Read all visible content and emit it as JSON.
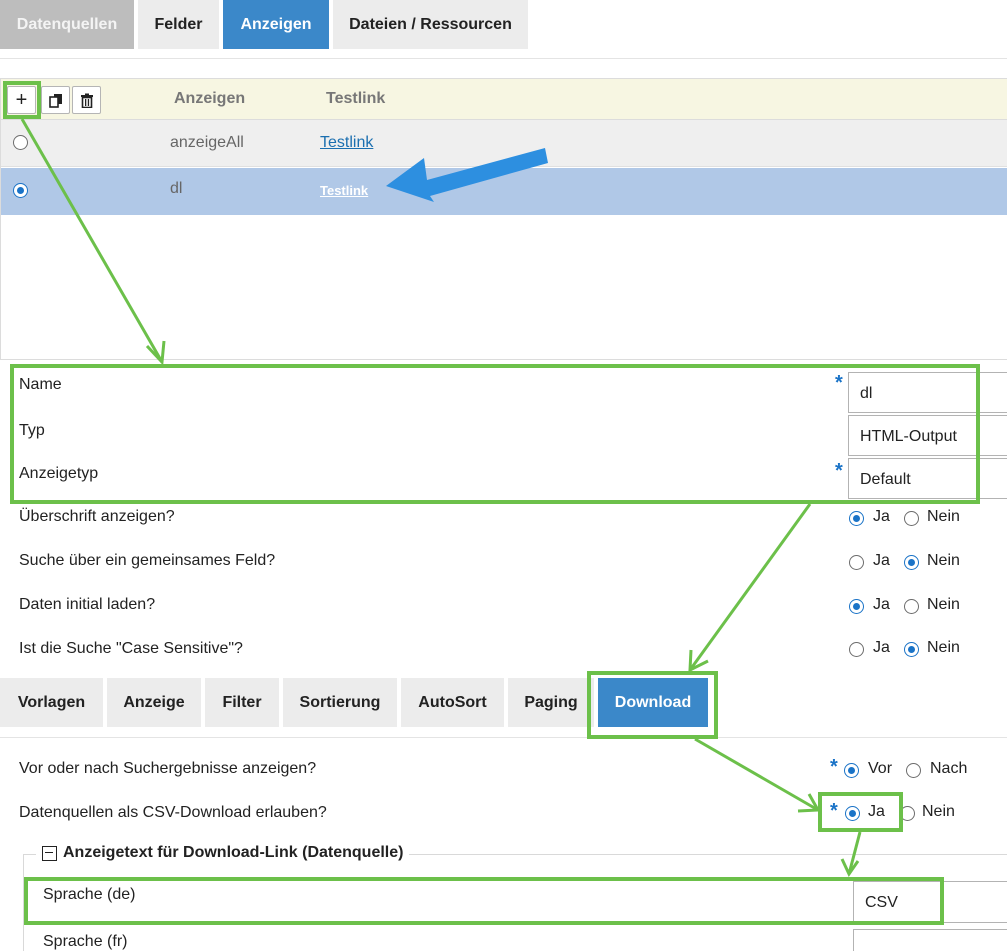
{
  "top_tabs": [
    "Datenquellen",
    "Felder",
    "Anzeigen",
    "Dateien / Ressourcen"
  ],
  "grid": {
    "toolbar": {
      "add_icon": "+",
      "copy_icon": "copy-icon",
      "delete_icon": "trash-icon"
    },
    "columns": [
      "Anzeigen",
      "Testlink"
    ],
    "rows": [
      {
        "name": "anzeigeAll",
        "link": "Testlink",
        "selected": false
      },
      {
        "name": "dl",
        "link": "Testlink",
        "selected": true
      }
    ]
  },
  "form": {
    "name_label": "Name",
    "name_value": "dl",
    "typ_label": "Typ",
    "typ_value": "HTML-Output",
    "anzeigetyp_label": "Anzeigetyp",
    "anzeigetyp_value": "Default",
    "required_mark": "*",
    "yes": "Ja",
    "no": "Nein",
    "questions": [
      {
        "label": "Überschrift anzeigen?",
        "value": "Ja"
      },
      {
        "label": "Suche über ein gemeinsames Feld?",
        "value": "Nein"
      },
      {
        "label": "Daten initial laden?",
        "value": "Ja"
      },
      {
        "label": "Ist die Suche \"Case Sensitive\"?",
        "value": "Nein"
      }
    ]
  },
  "sub_tabs": [
    "Vorlagen",
    "Anzeige",
    "Filter",
    "Sortierung",
    "AutoSort",
    "Paging",
    "Download"
  ],
  "download": {
    "position_label": "Vor oder nach Suchergebnisse anzeigen?",
    "position_before": "Vor",
    "position_after": "Nach",
    "position_value": "Vor",
    "csv_label": "Datenquellen als CSV-Download erlauben?",
    "csv_value": "Ja",
    "fieldset_title": "Anzeigetext für Download-Link (Datenquelle)",
    "lang_de_label": "Sprache (de)",
    "lang_de_value": "CSV",
    "lang_fr_label": "Sprache (fr)",
    "lang_fr_value": ""
  },
  "colors": {
    "accent": "#3b88c9",
    "annotation_green": "#6cc04a",
    "annotation_blue": "#2d8fe0",
    "selected_row": "#b0c8e7"
  }
}
